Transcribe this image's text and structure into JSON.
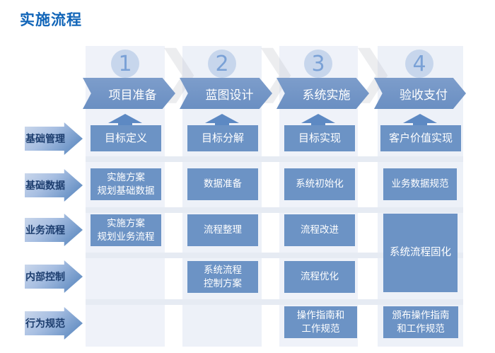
{
  "title": "实施流程",
  "colors": {
    "title_blue": "#1165b8",
    "cell_blue": "#6c93c5",
    "banner_blue": "#7398c9",
    "connector_blue": "#5d89c3",
    "circle_fill": "#c7d6ec",
    "circle_number": "#7aa1d6",
    "column_bg": "#eff2f9",
    "row_band": "#e6ebf3",
    "label_text": "#1c3d6e"
  },
  "icons": {
    "chevron_watermark": "❯"
  },
  "phases": [
    {
      "number": "1",
      "banner": "项目准备"
    },
    {
      "number": "2",
      "banner": "蓝图设计"
    },
    {
      "number": "3",
      "banner": "系统实施"
    },
    {
      "number": "4",
      "banner": "验收支付"
    }
  ],
  "rows": [
    {
      "label": "基础管理"
    },
    {
      "label": "基础数据"
    },
    {
      "label": "业务流程"
    },
    {
      "label": "内部控制"
    },
    {
      "label": "行为规范"
    }
  ],
  "cells": {
    "r1c1": "目标定义",
    "r1c2": "目标分解",
    "r1c3": "目标实现",
    "r1c4": "客户价值实现",
    "r2c1": "实施方案\n规划基础数据",
    "r2c2": "数据准备",
    "r2c3": "系统初始化",
    "r2c4": "业务数据规范",
    "r3c1": "实施方案\n规划业务流程",
    "r3c2": "流程整理",
    "r3c3": "流程改进",
    "r34c4": "系统流程固化",
    "r4c2": "系统流程\n控制方案",
    "r4c3": "流程优化",
    "r5c3": "操作指南和\n工作规范",
    "r5c4": "颁布操作指南\n和工作规范"
  }
}
